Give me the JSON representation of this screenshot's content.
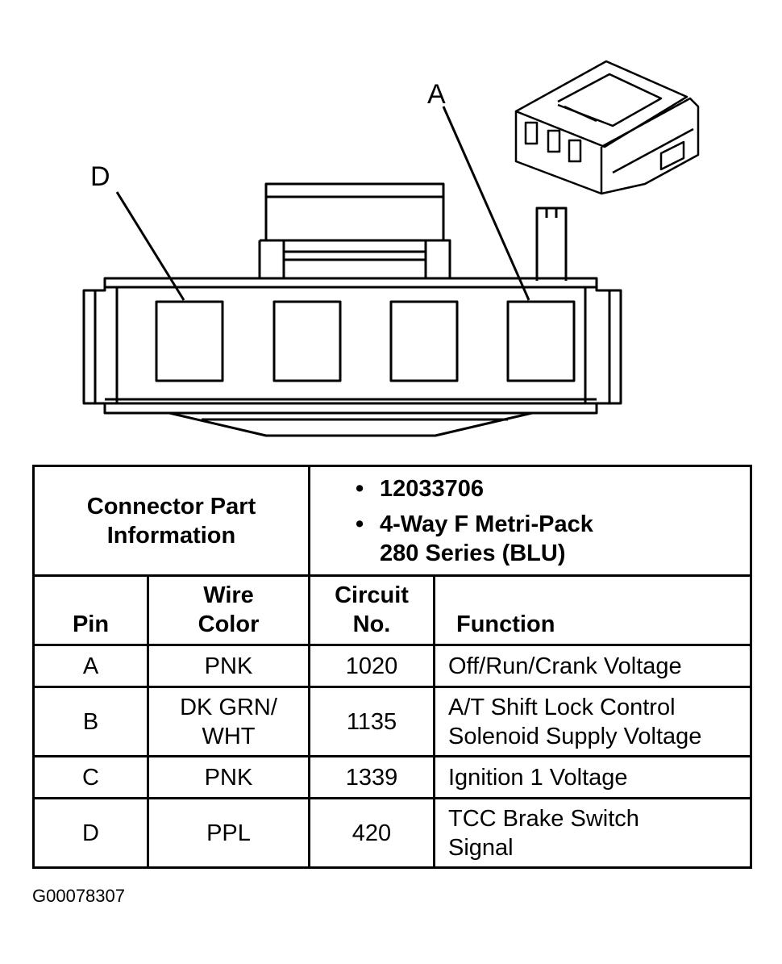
{
  "callouts": {
    "a": "A",
    "d": "D"
  },
  "part_info": {
    "label": "Connector Part Information",
    "part_number": "12033706",
    "description_line1": "4-Way F Metri-Pack",
    "description_line2": "280 Series (BLU)"
  },
  "columns": {
    "pin": "Pin",
    "wire_color_l1": "Wire",
    "wire_color_l2": "Color",
    "circuit_l1": "Circuit",
    "circuit_l2": "No.",
    "function": "Function"
  },
  "rows": [
    {
      "pin": "A",
      "wire_l1": "PNK",
      "wire_l2": "",
      "circuit": "1020",
      "func_l1": "Off/Run/Crank Voltage",
      "func_l2": ""
    },
    {
      "pin": "B",
      "wire_l1": "DK GRN/",
      "wire_l2": "WHT",
      "circuit": "1135",
      "func_l1": "A/T Shift Lock Control",
      "func_l2": "Solenoid Supply Voltage"
    },
    {
      "pin": "C",
      "wire_l1": "PNK",
      "wire_l2": "",
      "circuit": "1339",
      "func_l1": "Ignition 1 Voltage",
      "func_l2": ""
    },
    {
      "pin": "D",
      "wire_l1": "PPL",
      "wire_l2": "",
      "circuit": "420",
      "func_l1": "TCC Brake Switch",
      "func_l2": "Signal"
    }
  ],
  "figure_id": "G00078307"
}
